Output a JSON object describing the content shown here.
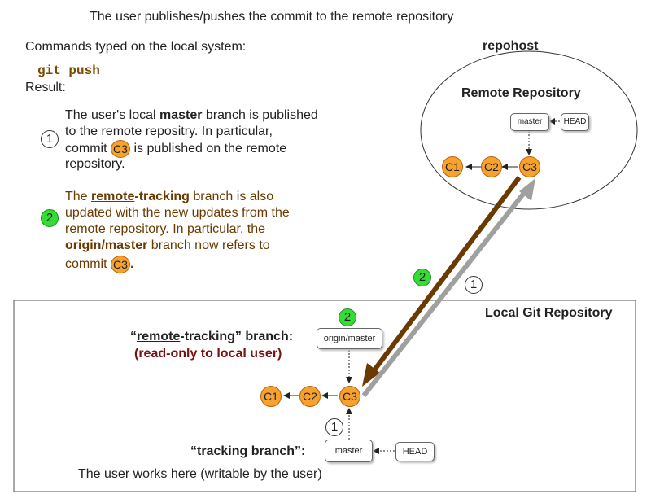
{
  "header": {
    "title": "The user publishes/pushes the commit to the remote repository"
  },
  "left": {
    "commands_label": "Commands typed on the local system:",
    "command": "git push",
    "result_label": "Result:",
    "step1": {
      "num": "1",
      "l1a": "The user's local ",
      "l1b": "master",
      "l1c": " branch is published",
      "l2": "to the remote repositry.  In particular,",
      "l3a": "commit ",
      "l3b": "C3",
      "l3c": " is published on the remote",
      "l4": "repository."
    },
    "step2": {
      "num": "2",
      "l1a": "The ",
      "l1b": "remote",
      "l1c": "-tracking",
      "l1d": " branch is also",
      "l2": "updated with the new updates from the",
      "l3": "remote repository.  In particular, the",
      "l4a": "origin/master",
      "l4b": " branch  now refers to",
      "l5a": "commit ",
      "l5b": "C3",
      "l5c": "."
    }
  },
  "remote": {
    "host_label": "repohost",
    "title": "Remote Repository",
    "master_label": "master",
    "head_label": "HEAD",
    "commits": [
      "C1",
      "C2",
      "C3"
    ]
  },
  "arrows": {
    "label_2": "2",
    "label_1": "1"
  },
  "local": {
    "title": "Local Git Repository",
    "step2_num": "2",
    "rt_a": "“",
    "rt_b": "remote",
    "rt_c": "-tracking” branch:",
    "rt_sub": "(read-only to local user)",
    "origin_label": "origin/master",
    "commits": [
      "C1",
      "C2",
      "C3"
    ],
    "step1_num": "1",
    "tracking_label": "“tracking branch”:",
    "master_label": "master",
    "head_label": "HEAD",
    "footer": "The user works here (writable by the user)"
  },
  "colors": {
    "commit": "#f7a12e",
    "brown_arrow": "#6b3a00",
    "gray_arrow": "#a0a0a0",
    "green_badge": "#33dd33",
    "dark_red": "#7a1010"
  }
}
